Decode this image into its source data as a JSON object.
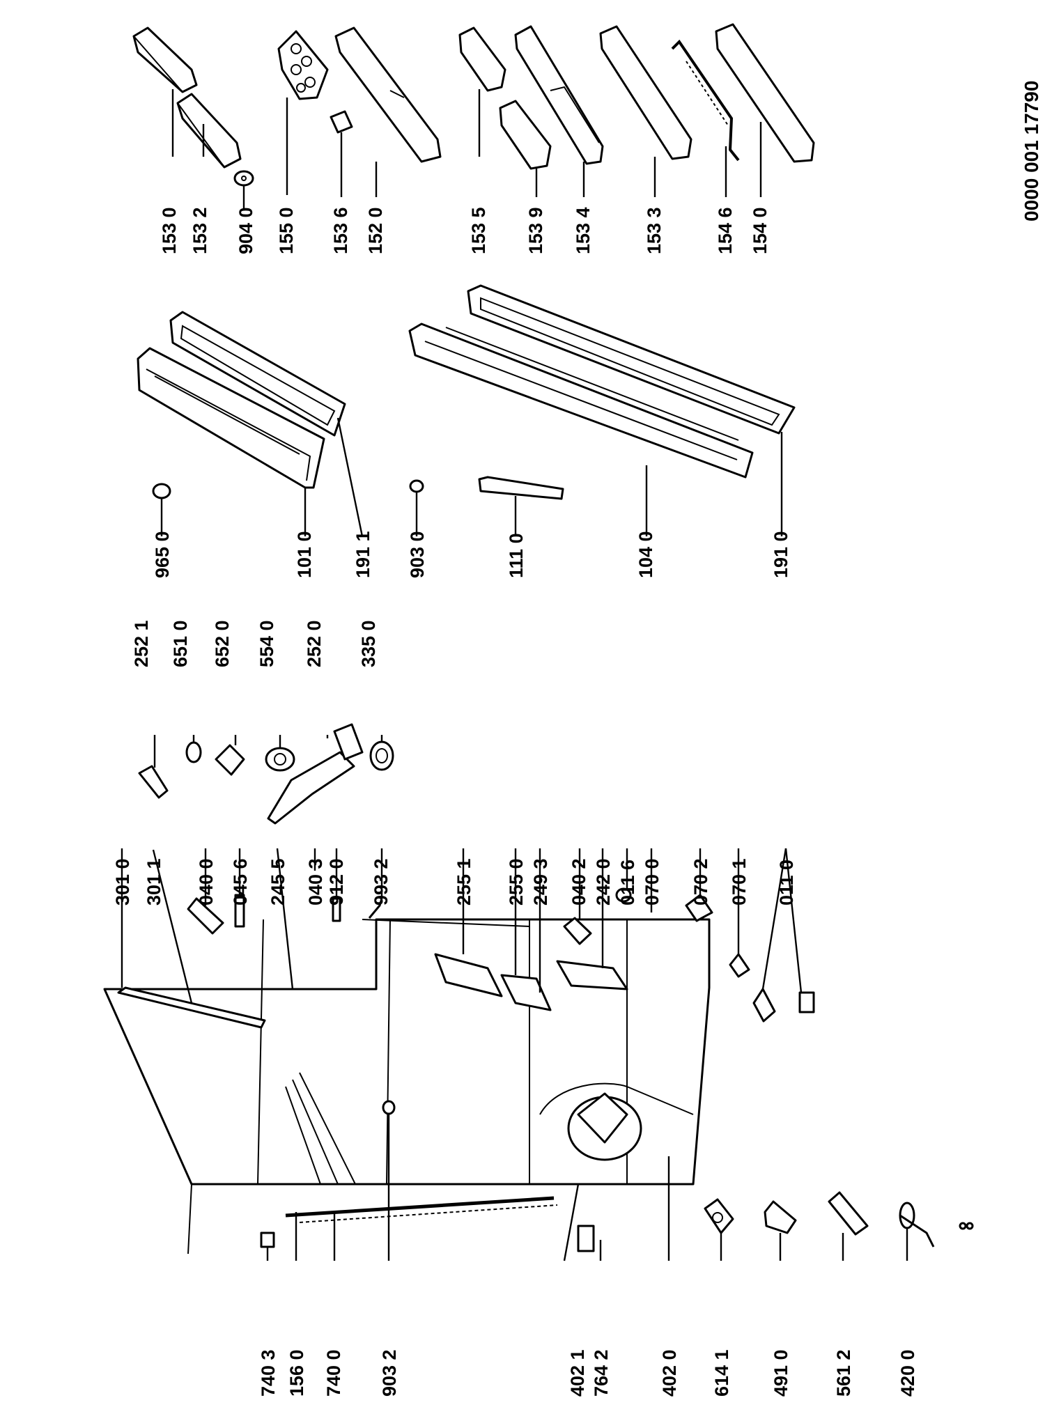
{
  "document": {
    "number": "0000 001 17790"
  },
  "parts": {
    "p1530": "153 0",
    "p1532": "153 2",
    "p9040": "904 0",
    "p1550": "155 0",
    "p1536": "153 6",
    "p1520": "152 0",
    "p1535": "153 5",
    "p1539": "153 9",
    "p1534": "153 4",
    "p1533": "153 3",
    "p1546": "154 6",
    "p1540": "154 0",
    "p9650": "965 0",
    "p1010": "101 0",
    "p1911": "191 1",
    "p9030": "903 0",
    "p1110": "111 0",
    "p1040": "104 0",
    "p1910": "191 0",
    "p2521": "252 1",
    "p6510": "651 0",
    "p6520": "652 0",
    "p5540": "554 0",
    "p2520": "252 0",
    "p3350": "335 0",
    "p3010": "301 0",
    "p3011": "301 1",
    "p0400": "040 0",
    "p0456": "045 6",
    "p2455": "245 5",
    "p0403": "040 3",
    "p9120": "912 0",
    "p9932": "993 2",
    "p2551": "255 1",
    "p2550": "255 0",
    "p2493": "249 3",
    "p0402": "040 2",
    "p2420": "242 0",
    "p0116": "011 6",
    "p0700": "070 0",
    "p0702": "070 2",
    "p0701": "070 1",
    "p0110": "011 0",
    "p7403": "740 3",
    "p1560": "156 0",
    "p7400": "740 0",
    "p9032": "903 2",
    "p4021": "402 1",
    "p7642": "764 2",
    "p4020": "402 0",
    "p6141": "614 1",
    "p4910": "491 0",
    "p5612": "561 2",
    "p4200": "420 0"
  }
}
